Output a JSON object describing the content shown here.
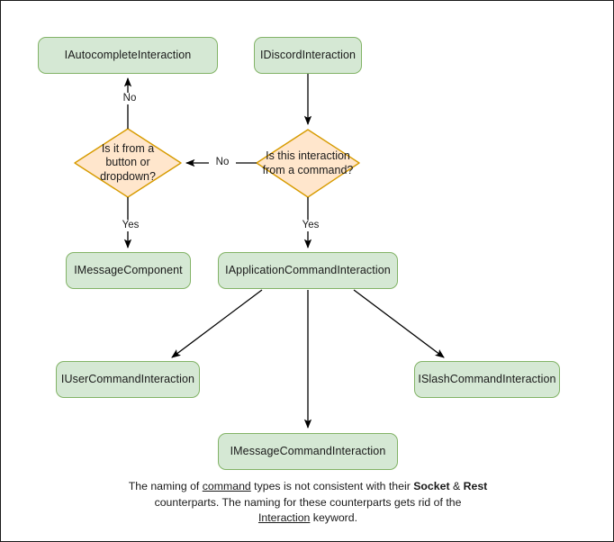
{
  "diagram": {
    "title": "Discord Interaction type hierarchy flowchart",
    "colors": {
      "box_fill": "#d5e8d4",
      "box_border": "#82b366",
      "diamond_fill": "#ffe6cc",
      "diamond_border": "#d79b00",
      "edge": "#000000",
      "text": "#1a1a1a",
      "canvas_border": "#1a1a1a",
      "background": "#ffffff"
    },
    "nodes": {
      "autocomplete": {
        "label": "IAutocompleteInteraction",
        "shape": "rounded-rect"
      },
      "discord": {
        "label": "IDiscordInteraction",
        "shape": "rounded-rect"
      },
      "button_or_dropdown": {
        "label": "Is it from a button or dropdown?",
        "shape": "diamond"
      },
      "from_command": {
        "label": "Is this interaction from a command?",
        "shape": "diamond"
      },
      "message_component": {
        "label": "IMessageComponent",
        "shape": "rounded-rect"
      },
      "application_command": {
        "label": "IApplicationCommandInteraction",
        "shape": "rounded-rect"
      },
      "user_command": {
        "label": "IUserCommandInteraction",
        "shape": "rounded-rect"
      },
      "message_command": {
        "label": "IMessageCommandInteraction",
        "shape": "rounded-rect"
      },
      "slash_command": {
        "label": "ISlashCommandInteraction",
        "shape": "rounded-rect"
      }
    },
    "edge_labels": {
      "no_to_autocomplete": "No",
      "no_to_button_or_dropdown": "No",
      "yes_to_message_component": "Yes",
      "yes_to_application_command": "Yes"
    },
    "caption": {
      "line1_part1": "The naming of ",
      "line1_underline": "command",
      "line1_part2": " types is not consistent with their",
      "line2_bold1": "Socket",
      "line2_amp": " & ",
      "line2_bold2": "Rest",
      "line2_rest": " counterparts. The naming for these",
      "line3_part1": "counterparts gets rid of the ",
      "line3_underline": "Interaction",
      "line3_part2": " keyword."
    }
  }
}
